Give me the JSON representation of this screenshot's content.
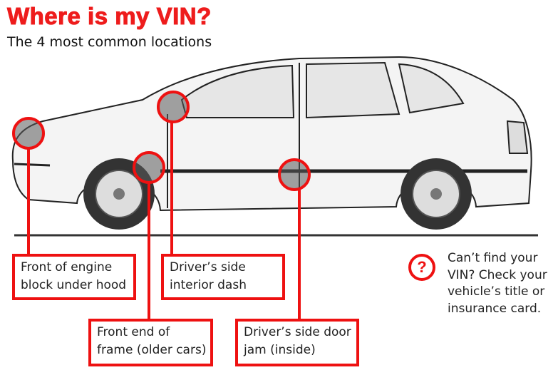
{
  "header": {
    "title": "Where is my VIN?",
    "subtitle": "The 4 most common locations"
  },
  "locations": [
    {
      "lines": [
        "Front of engine",
        "block under hood"
      ]
    },
    {
      "lines": [
        "Driver’s side",
        "interior dash"
      ]
    },
    {
      "lines": [
        "Front end of",
        "frame (older cars)"
      ]
    },
    {
      "lines": [
        "Driver’s side door",
        "jam (inside)"
      ]
    }
  ],
  "help": {
    "icon": "question-mark-icon",
    "symbol": "?",
    "lines": [
      "Can’t find your",
      "VIN? Check your",
      "vehicle’s title or",
      "insurance card."
    ]
  },
  "colors": {
    "accent": "#ee1111"
  }
}
